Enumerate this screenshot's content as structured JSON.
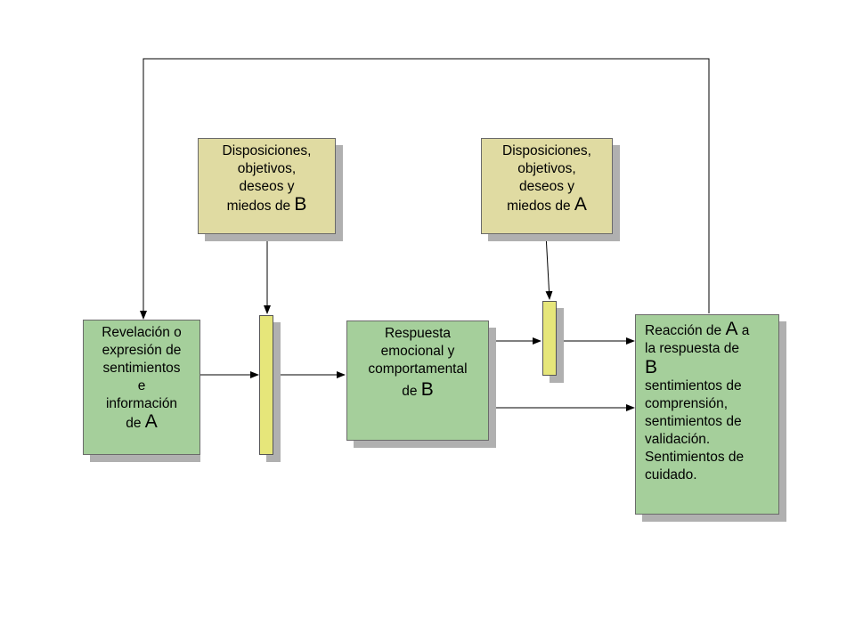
{
  "boxes": {
    "disp_b": {
      "lines": [
        "Disposiciones,",
        "objetivos,",
        "deseos y"
      ],
      "last_prefix": "miedos de ",
      "last_emph": "B"
    },
    "disp_a": {
      "lines": [
        "Disposiciones,",
        "objetivos,",
        "deseos y"
      ],
      "last_prefix": "miedos de ",
      "last_emph": "A"
    },
    "revelacion": {
      "lines": [
        "Revelación o",
        "expresión de",
        "sentimientos",
        "e",
        "información"
      ],
      "last_prefix": "de ",
      "last_emph": "A"
    },
    "respuesta": {
      "lines": [
        "Respuesta",
        "emocional y",
        "comportamental"
      ],
      "last_prefix": "de ",
      "last_emph": "B"
    },
    "reaccion": {
      "l1_prefix": "Reacción de ",
      "l1_emph": "A",
      "l1_suffix": " a",
      "l2": "la respuesta de",
      "l3_emph": "B",
      "rest": [
        "sentimientos de",
        "comprensión,",
        "sentimientos de",
        "validación.",
        "Sentimientos de",
        "cuidado."
      ]
    }
  },
  "colors": {
    "green_box": "#a5cf9b",
    "tan_box": "#e0dba2",
    "yellow_bar": "#e6e67a",
    "shadow": "#b0b0b0",
    "line": "#000000"
  }
}
